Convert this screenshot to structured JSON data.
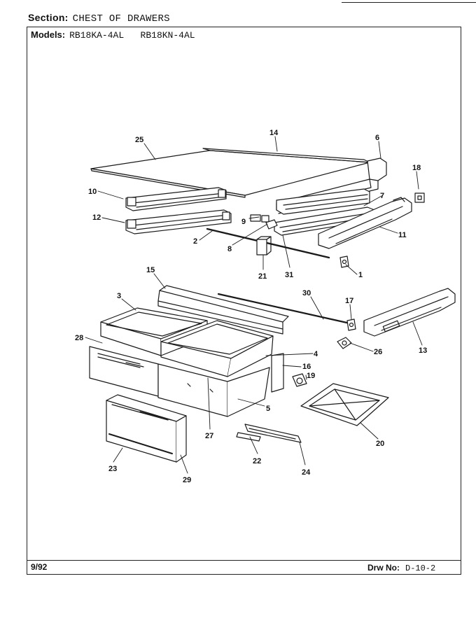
{
  "header": {
    "section_label": "Section:",
    "section_value": "CHEST OF DRAWERS",
    "models_label": "Models:",
    "models_value": "RB18KA-4AL   RB18KN-4AL"
  },
  "footer": {
    "date": "9/92",
    "drawing_label": "Drw No:",
    "drawing_number": "D-10-2"
  },
  "callouts": {
    "c1": "1",
    "c2": "2",
    "c3": "3",
    "c4": "4",
    "c5": "5",
    "c6": "6",
    "c7": "7",
    "c8": "8",
    "c9": "9",
    "c10": "10",
    "c11": "11",
    "c12": "12",
    "c13": "13",
    "c14": "14",
    "c15": "15",
    "c16": "16",
    "c17": "17",
    "c18": "18",
    "c19": "19",
    "c20": "20",
    "c21": "21",
    "c22": "22",
    "c23": "23",
    "c24": "24",
    "c25": "25",
    "c26": "26",
    "c27": "27",
    "c28": "28",
    "c29": "29",
    "c30": "30",
    "c31": "31"
  }
}
